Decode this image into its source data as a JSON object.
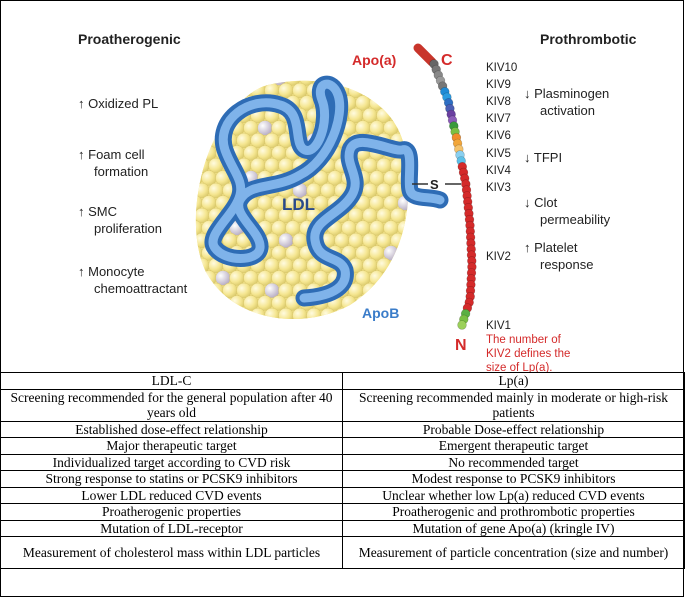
{
  "figure": {
    "left_heading": "Proatherogenic",
    "right_heading": "Prothrombotic",
    "left_effects": [
      {
        "arrow": "↑",
        "lines": [
          "Oxidized PL"
        ]
      },
      {
        "arrow": "↑",
        "lines": [
          "Foam cell",
          "formation"
        ]
      },
      {
        "arrow": "↑",
        "lines": [
          "SMC",
          "proliferation"
        ]
      },
      {
        "arrow": "↑",
        "lines": [
          "Monocyte",
          "chemoattractant"
        ]
      }
    ],
    "right_effects": [
      {
        "arrow": "↓",
        "lines": [
          "Plasminogen",
          "activation"
        ]
      },
      {
        "arrow": "↓",
        "lines": [
          "TFPI"
        ]
      },
      {
        "arrow": "↓",
        "lines": [
          "Clot",
          "permeability"
        ]
      },
      {
        "arrow": "↑",
        "lines": [
          "Platelet",
          "response"
        ]
      }
    ],
    "ldl_label": "LDL",
    "apob_label": "ApoB",
    "apoa_label": "Apo(a)",
    "c_terminal": "C",
    "n_terminal": "N",
    "disulfide_label": "S",
    "kringles": [
      "KIV10",
      "KIV9",
      "KIV8",
      "KIV7",
      "KIV6",
      "KIV5",
      "KIV4",
      "KIV3",
      "KIV2",
      "KIV1"
    ],
    "note_lines": [
      "The number of",
      "KIV2 defines the",
      "size of Lp(a)."
    ],
    "colors": {
      "apoa_red": "#d42a2a",
      "apob_blue": "#4f8fd6",
      "ldl_yellow": "#f7eb9e",
      "heading_text": "#222222",
      "ldl_text": "#2a4a8a"
    }
  },
  "table": {
    "headers": [
      "LDL-C",
      "Lp(a)"
    ],
    "rows": [
      [
        "Screening recommended for the general population after 40 years old",
        "Screening recommended mainly in moderate or high-risk patients"
      ],
      [
        "Established dose-effect relationship",
        "Probable Dose-effect relationship"
      ],
      [
        "Major therapeutic target",
        "Emergent therapeutic target"
      ],
      [
        "Individualized target according to CVD risk",
        "No recommended target"
      ],
      [
        "Strong response to statins or PCSK9 inhibitors",
        "Modest response to PCSK9 inhibitors"
      ],
      [
        "Lower LDL reduced CVD events",
        "Unclear whether low Lp(a) reduced CVD events"
      ],
      [
        "Proatherogenic properties",
        "Proatherogenic and prothrombotic properties"
      ],
      [
        "Mutation of LDL-receptor",
        "Mutation of gene Apo(a) (kringle IV)"
      ],
      [
        "Measurement of cholesterol mass within LDL particles",
        "Measurement of particle concentration (size and number)"
      ]
    ]
  }
}
